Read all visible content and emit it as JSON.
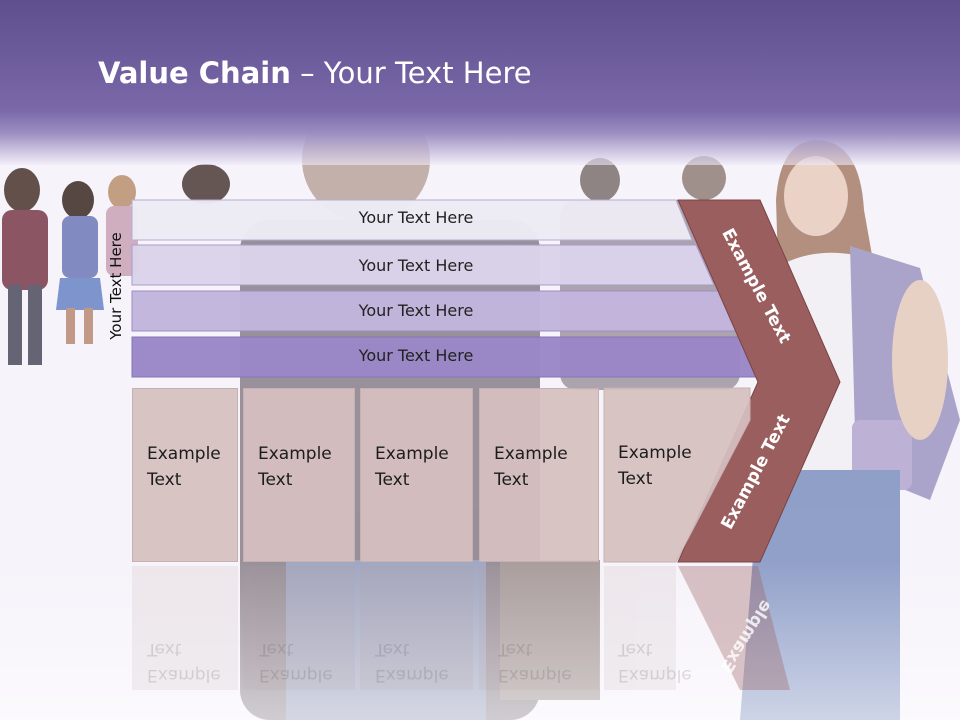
{
  "title": {
    "bold": "Value Chain",
    "rest": " – Your Text Here"
  },
  "side_label": "Your Text Here",
  "bars": [
    {
      "label": "Your Text Here"
    },
    {
      "label": "Your Text Here"
    },
    {
      "label": "Your Text Here"
    },
    {
      "label": "Your Text Here"
    }
  ],
  "boxes": [
    {
      "line1": "Example",
      "line2": "Text"
    },
    {
      "line1": "Example",
      "line2": "Text"
    },
    {
      "line1": "Example",
      "line2": "Text"
    },
    {
      "line1": "Example",
      "line2": "Text"
    },
    {
      "line1": "Example",
      "line2": "Text"
    }
  ],
  "chevron": {
    "upper": "Example Text",
    "lower": "Example Text",
    "reflection": "Example"
  },
  "colors": {
    "header": "#6a5a9c",
    "chevron": "#9a5e5e",
    "box": "#d6c0c0",
    "bar1": "#eceaf4",
    "bar2": "#dad3ea",
    "bar3": "#c2b5dc",
    "bar4": "#9a86c6"
  }
}
